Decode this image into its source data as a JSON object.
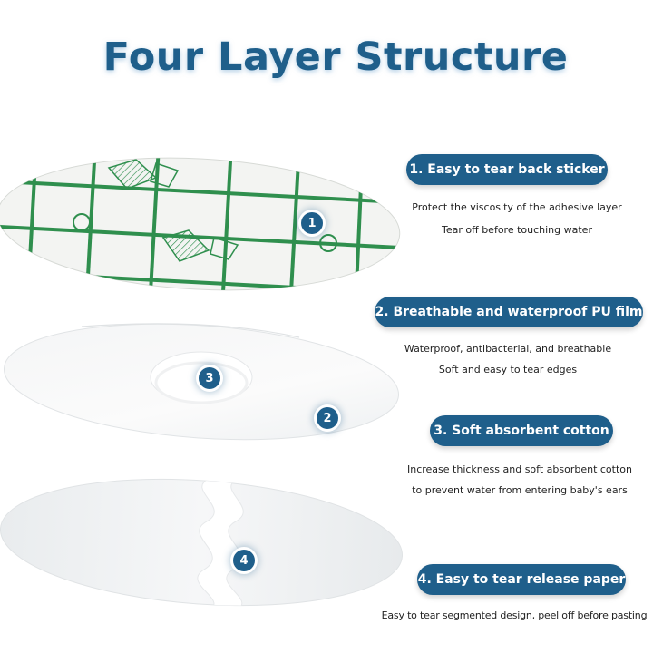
{
  "title": "Four Layer Structure",
  "colors": {
    "accent": "#1f5f8b",
    "grid_green": "#2f8f4e"
  },
  "layers": [
    {
      "number": "1",
      "heading": "1. Easy to tear back sticker",
      "lines": [
        "Protect the viscosity of the adhesive layer",
        "Tear off before touching water"
      ]
    },
    {
      "number": "2",
      "heading": "2. Breathable and waterproof PU film",
      "lines": [
        "Waterproof, antibacterial, and breathable",
        "Soft and easy to tear edges"
      ]
    },
    {
      "number": "3",
      "heading": "3. Soft absorbent cotton",
      "lines": [
        "Increase thickness and soft absorbent cotton",
        "to prevent water from entering baby's ears"
      ]
    },
    {
      "number": "4",
      "heading": "4. Easy to tear release paper",
      "lines": [
        "Easy to tear segmented design, peel off before pasting"
      ]
    }
  ]
}
